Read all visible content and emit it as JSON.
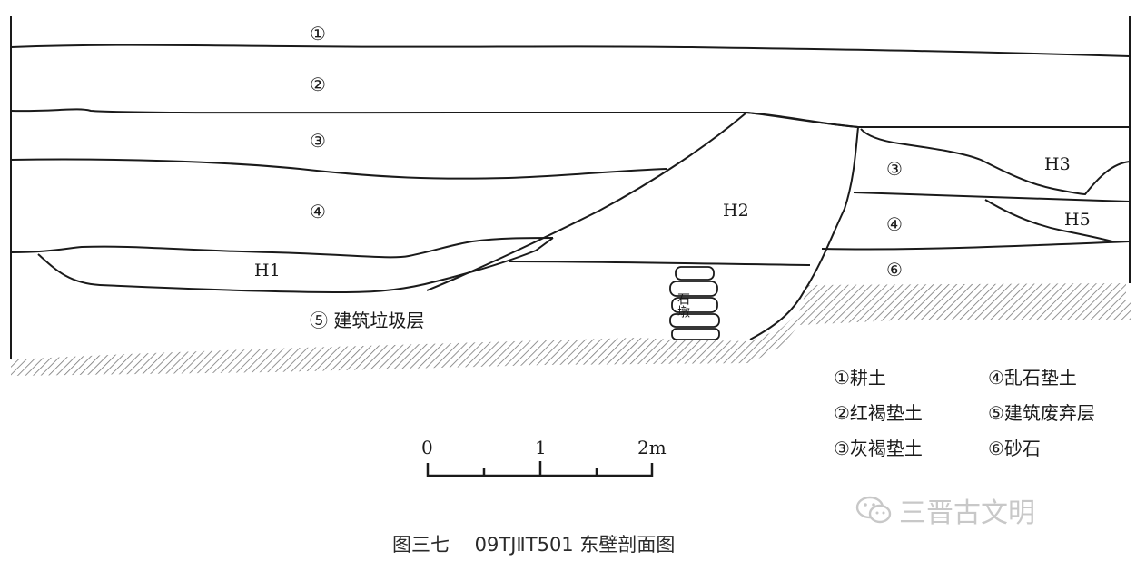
{
  "layers": {
    "l1": "①",
    "l2": "②",
    "l3": "③",
    "l4": "④",
    "l5": "⑤ 建筑垃圾层",
    "l3b": "③",
    "l4b": "④",
    "l6": "⑥"
  },
  "features": {
    "h1": "H1",
    "h2": "H2",
    "h3": "H3",
    "h5": "H5",
    "stone": "石墩"
  },
  "legend": {
    "items": [
      "①耕土",
      "④乱石垫土",
      "②红褐垫土",
      "⑤建筑废弃层",
      "③灰褐垫土",
      "⑥砂石"
    ]
  },
  "scale": {
    "ticks": [
      "0",
      "1",
      "2m"
    ]
  },
  "caption": "图三七　 09TJⅡT501 东壁剖面图",
  "watermark": {
    "icon": "wechat-icon",
    "text": "三晋古文明"
  },
  "colors": {
    "line": "#1a1a1a",
    "hatch": "#777777",
    "watermark": "#c8c8c8"
  }
}
